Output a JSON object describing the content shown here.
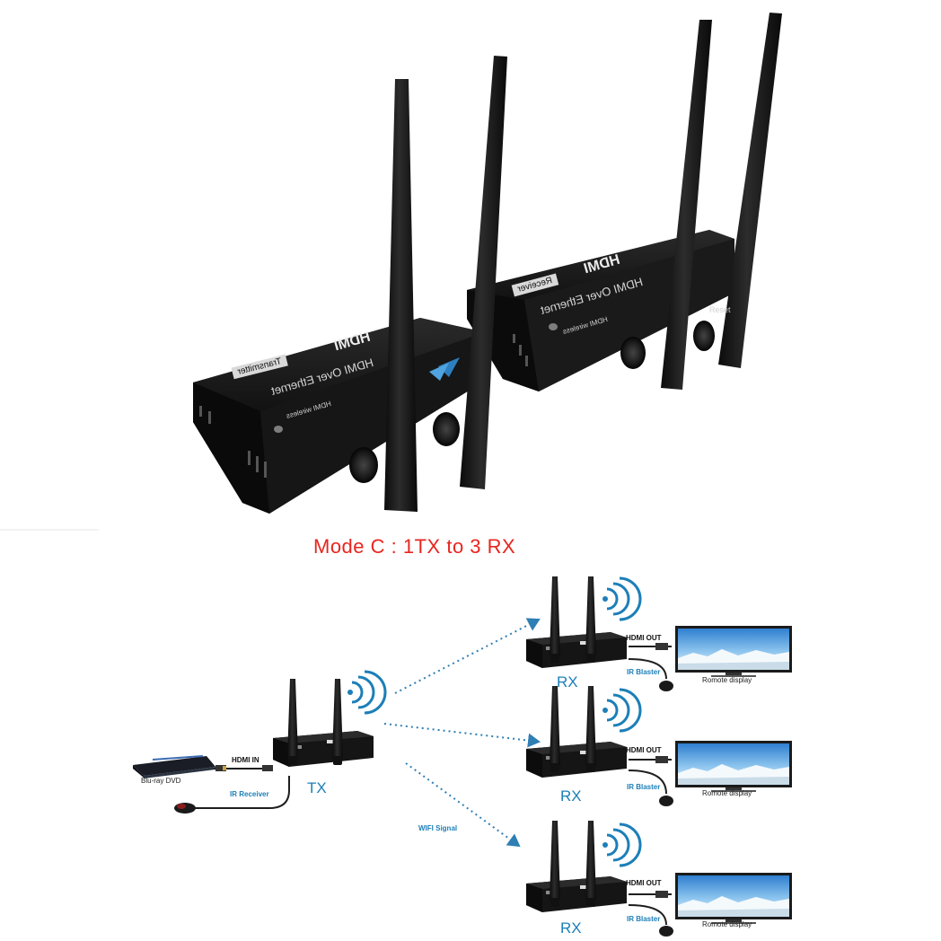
{
  "photo": {
    "transmitter": {
      "badge": "Transmitter",
      "title": "HDMI Over Ethernet",
      "sub": "HDMI wireless",
      "brand": "HDMI"
    },
    "receiver": {
      "badge": "Receiver",
      "title": "HDMI Over Ethernet",
      "sub": "HDMI wireless",
      "brand": "HDMI",
      "side_label": "Reset"
    }
  },
  "diagram": {
    "title": "Mode C : 1TX to 3 RX",
    "tx_label": "TX",
    "source_label": "Blu-ray DVD",
    "hdmi_in": "HDMI IN",
    "ir_receiver": "IR Receiver",
    "wifi_signal": "WIFI Signal",
    "receivers": [
      {
        "label": "RX",
        "hdmi_out": "HDMI OUT",
        "ir_blaster": "IR Blaster",
        "display": "Romote display"
      },
      {
        "label": "RX",
        "hdmi_out": "HDMI OUT",
        "ir_blaster": "IR Blaster",
        "display": "Romote display"
      },
      {
        "label": "RX",
        "hdmi_out": "HDMI OUT",
        "ir_blaster": "IR Blaster",
        "display": "Romote display"
      }
    ],
    "colors": {
      "title": "#e8251f",
      "accent": "#1c7fb8",
      "device": "#1a1a1a",
      "arrow": "#2f7fb4"
    }
  }
}
